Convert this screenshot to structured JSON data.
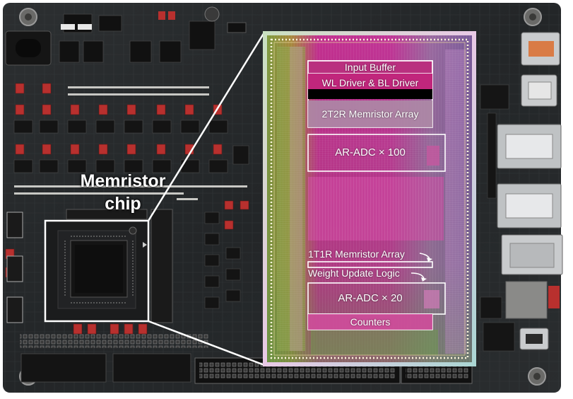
{
  "labels": {
    "memristor_chip": "Memristor\nchip",
    "input_buffer": "Input Buffer",
    "wl_bl_driver": "WL Driver & BL Driver",
    "array_2t2r": "2T2R Memristor Array",
    "adc_100": "AR-ADC × 100",
    "array_1t1r": "1T1R Memristor Array",
    "weight_update": "Weight Update Logic",
    "adc_20": "AR-ADC × 20",
    "counters": "Counters"
  },
  "colors": {
    "pcb": "#26292b",
    "die_magenta": "#c2308f",
    "die_green": "#6a8a3c",
    "die_gold": "#d7c07a",
    "callout_line": "#ffffff",
    "header_red": "#b8302e",
    "connector_silver": "#c9cbcd"
  }
}
